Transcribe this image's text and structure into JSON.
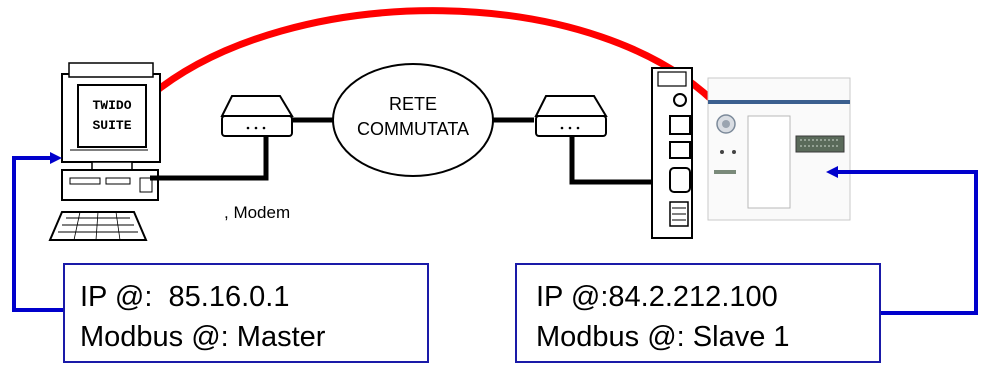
{
  "computer": {
    "screen_line1": "TWIDO",
    "screen_line2": "SUITE"
  },
  "network": {
    "cloud_line1": "RETE",
    "cloud_line2": "COMMUTATA",
    "modem_label": ", Modem"
  },
  "master_box": {
    "ip_line": "IP @:  85.16.0.1",
    "modbus_line": "Modbus @: Master"
  },
  "slave_box": {
    "ip_line": "IP @:84.2.212.100",
    "modbus_line": "Modbus @: Slave 1"
  },
  "colors": {
    "connection_arc": "#ff0000",
    "address_links": "#0000cc",
    "box_border": "#1a1aa8",
    "cable": "#000000"
  }
}
